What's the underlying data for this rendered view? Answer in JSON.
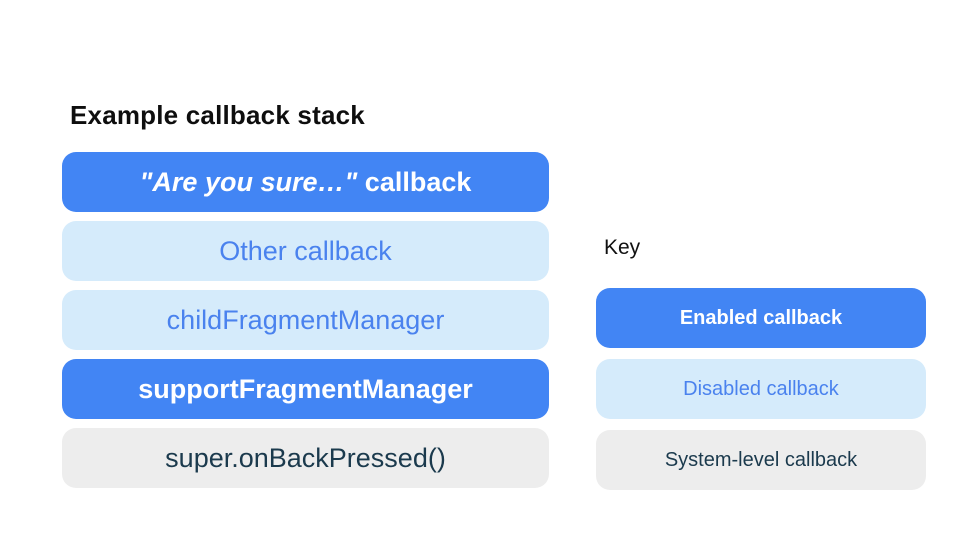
{
  "stack_section": {
    "title": "Example callback stack",
    "boxes": [
      {
        "label_italic": "\"Are you sure…\"",
        "label_rest": " callback",
        "type": "enabled"
      },
      {
        "label": "Other callback",
        "type": "disabled"
      },
      {
        "label": "childFragmentManager",
        "type": "disabled"
      },
      {
        "label": "supportFragmentManager",
        "type": "enabled"
      },
      {
        "label": "super.onBackPressed()",
        "type": "system"
      }
    ]
  },
  "key_section": {
    "title": "Key",
    "items": [
      {
        "label": "Enabled callback",
        "type": "enabled"
      },
      {
        "label": "Disabled callback",
        "type": "disabled"
      },
      {
        "label": "System-level callback",
        "type": "system"
      }
    ]
  },
  "colors": {
    "enabled_bg": "#4285F4",
    "enabled_text": "#FFFFFF",
    "disabled_bg": "#D5EBFB",
    "disabled_text": "#4A82EE",
    "system_bg": "#EDEDED",
    "system_text": "#1B3A4D",
    "title_text": "#0E0E0E"
  }
}
